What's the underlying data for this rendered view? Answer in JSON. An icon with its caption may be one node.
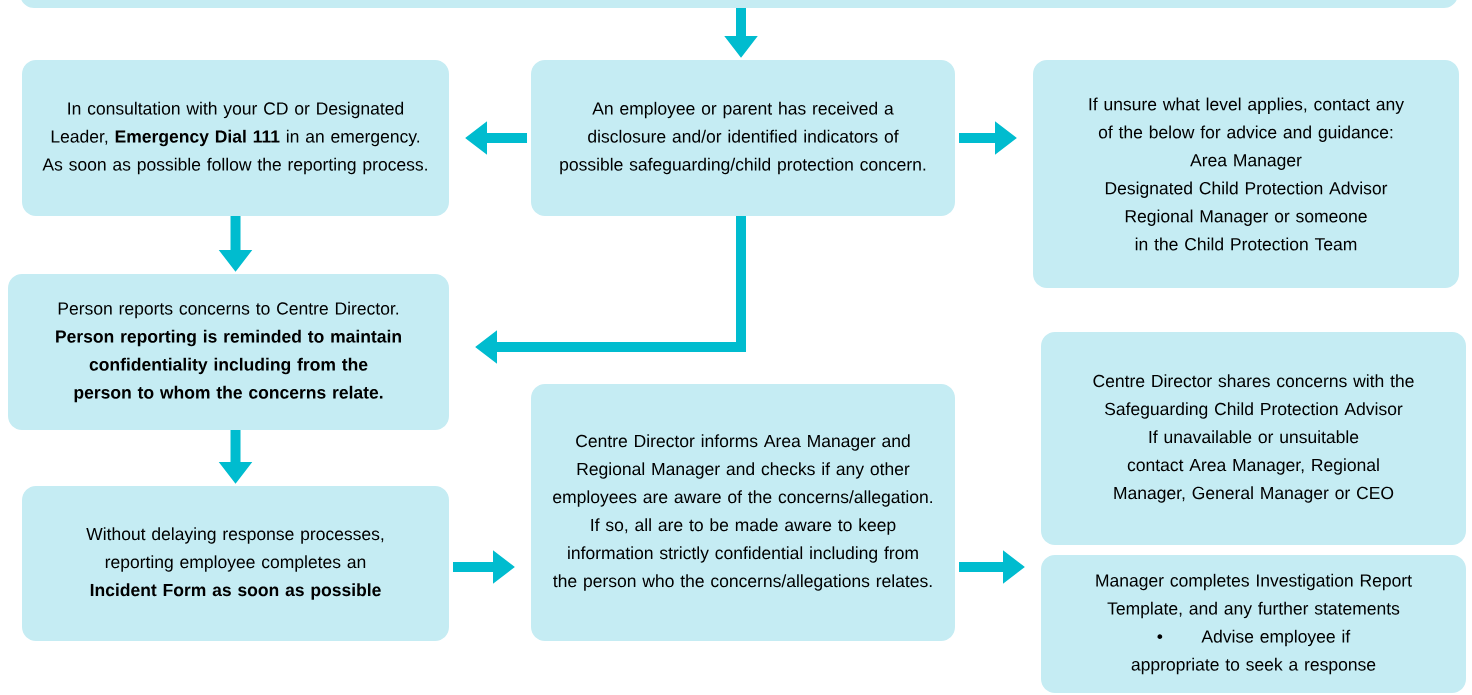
{
  "diagram": {
    "nodes": [
      {
        "text": [],
        "shape": "box"
      },
      {
        "text": [
          "In consultation with your CD or Designated Leader, **Emergency Dial 111** in an emergency.  As soon as possible follow the reporting process."
        ]
      },
      {
        "text": [
          "An employee or parent has received a disclosure and/or identified indicators of possible safeguarding/child protection concern."
        ]
      },
      {
        "text": [
          "If unsure what level applies, contact any of the below for advice and guidance:",
          "Area Manager",
          "Designated Child Protection Advisor",
          "Regional Manager or someone in the Child Protection Team"
        ]
      },
      {
        "text": [
          "Person reports concerns to Centre Director.  **Person reporting is reminded to maintain confidentiality including from the person to whom the concerns relate.**"
        ]
      },
      {
        "text": [
          "Without delaying response processes, reporting employee completes an **Incident Form as soon as possible**"
        ]
      },
      {
        "text": [
          "Centre Director informs Area Manager and Regional Manager and checks if any other employees are aware of the concerns/allegation.  If so, all are to be made aware to keep information strictly confidential including from the person who the concerns/allegations relates."
        ]
      },
      {
        "text": [
          "Centre Director shares concerns with the Safeguarding Child Protection Advisor",
          "If unavailable or unsuitable contact Area Manager, Regional Manager, General Manager or CEO"
        ]
      },
      {
        "text": [
          "Manager completes Investigation Report Template, and any further statements",
          "Advise employee if appropriate to seek a response"
        ]
      }
    ],
    "edges": [
      {
        "from": 0,
        "to": 2,
        "arrow": "to"
      },
      {
        "from": 2,
        "to": 1,
        "arrow": "to"
      },
      {
        "from": 2,
        "to": 3,
        "arrow": "to"
      },
      {
        "from": 1,
        "to": 4,
        "arrow": "to"
      },
      {
        "from": 2,
        "to": 4,
        "arrow": "to"
      },
      {
        "from": 4,
        "to": 5,
        "arrow": "to"
      },
      {
        "from": 5,
        "to": 6,
        "arrow": "to"
      },
      {
        "from": 6,
        "to": 8,
        "arrow": "to"
      }
    ],
    "labels": [
      "•"
    ]
  }
}
